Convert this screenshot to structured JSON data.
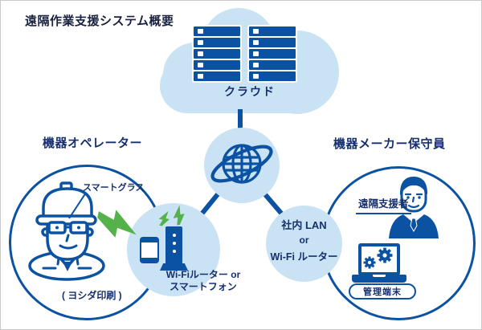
{
  "title": "遠隔作業支援システム概要",
  "cloud": {
    "label": "クラウド",
    "server_rows": 5,
    "server_columns": 2
  },
  "operator": {
    "heading": "機器オペレーター",
    "smart_glass_label": "スマートグラス",
    "company_label": "( ヨシダ印刷 )"
  },
  "router_node": {
    "line1": "Wi-Fiルーター or",
    "line2": "スマートフォン"
  },
  "lan_node": {
    "line1": "社内 LAN",
    "line2": "or",
    "line3": "Wi-Fi ルーター"
  },
  "maintenance": {
    "heading": "機器メーカー保守員",
    "supporter_label": "遠隔支援者",
    "terminal_label": "管理端末"
  },
  "colors": {
    "dark_blue": "#0B52A3",
    "light_blue": "#C9E2F4",
    "navy_text": "#16306E",
    "title_text": "#19213F",
    "green_bolt": "#55B24B",
    "background": "#FFFFFF"
  }
}
